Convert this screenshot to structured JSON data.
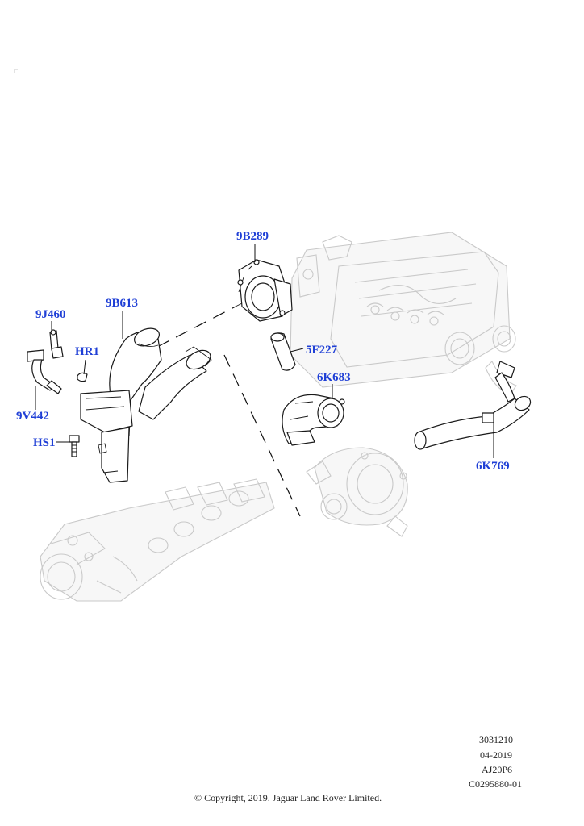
{
  "callouts": {
    "9B289": "9B289",
    "9B613": "9B613",
    "9J460": "9J460",
    "HR1": "HR1",
    "9V442": "9V442",
    "HS1": "HS1",
    "5F227": "5F227",
    "6K683": "6K683",
    "6K769": "6K769"
  },
  "footer": {
    "line1": "3031210",
    "line2": "04-2019",
    "line3": "AJ20P6",
    "line4": "C0295880-01",
    "copyright": "© Copyright, 2019. Jaguar Land Rover Limited."
  },
  "colors": {
    "callout": "#1f3fd6",
    "line_art": "#1a1a1a",
    "ghost_art": "#c9c9c9"
  }
}
